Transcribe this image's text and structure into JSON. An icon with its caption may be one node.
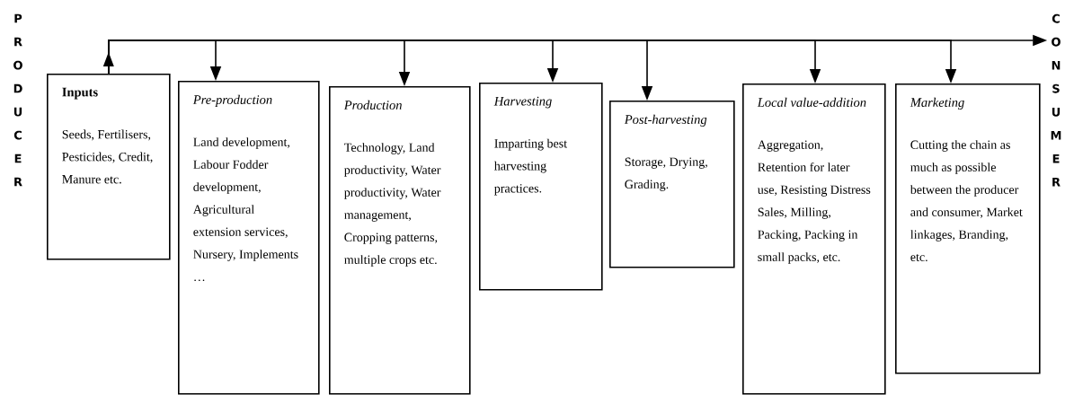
{
  "diagram": {
    "nodes": [
      {
        "text": [
          "PRODUCER"
        ]
      },
      {
        "text": [
          "Inputs",
          "Seeds, Fertilisers, Pesticides, Credit, Manure etc."
        ]
      },
      {
        "text": [
          "Pre-production",
          "Land development, Labour Fodder development, Agricultural extension services, Nursery, Implements …"
        ]
      },
      {
        "text": [
          "Production",
          "Technology, Land productivity, Water productivity, Water management, Cropping patterns, multiple crops etc."
        ]
      },
      {
        "text": [
          "Harvesting",
          "Imparting best harvesting practices."
        ]
      },
      {
        "text": [
          "Post-harvesting",
          "Storage, Drying, Grading."
        ]
      },
      {
        "text": [
          "Local value-addition",
          "Aggregation, Retention for later use, Resisting Distress Sales, Milling, Packing, Packing in small packs, etc."
        ]
      },
      {
        "text": [
          "Marketing",
          "Cutting the chain as much as possible between the producer and consumer, Market linkages, Branding, etc."
        ]
      },
      {
        "text": [
          "CONSUMER"
        ]
      }
    ],
    "edges": [
      {
        "from": 1,
        "to": 2,
        "arrow": "to"
      },
      {
        "from": 1,
        "to": 3,
        "arrow": "to"
      },
      {
        "from": 1,
        "to": 4,
        "arrow": "to"
      },
      {
        "from": 1,
        "to": 5,
        "arrow": "to"
      },
      {
        "from": 1,
        "to": 6,
        "arrow": "to"
      },
      {
        "from": 1,
        "to": 7,
        "arrow": "to"
      },
      {
        "from": 1,
        "to": 8,
        "arrow": "to"
      }
    ]
  }
}
